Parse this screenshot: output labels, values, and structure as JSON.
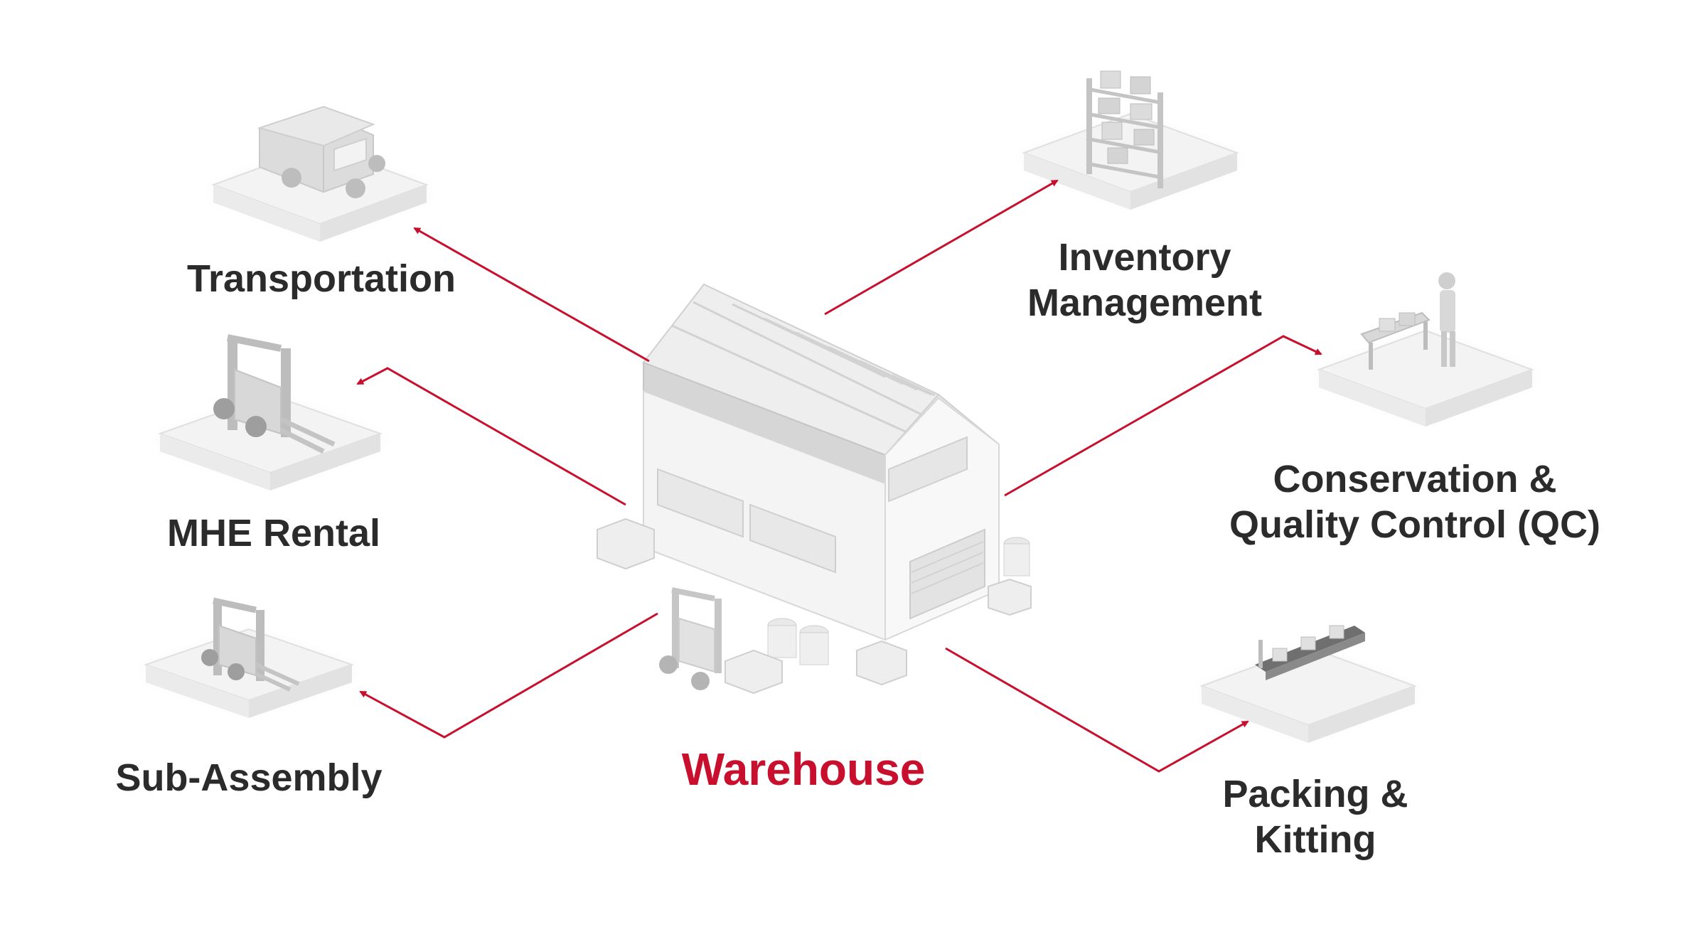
{
  "center": {
    "title": "Warehouse"
  },
  "nodes": {
    "transportation": {
      "lines": [
        "Transportation"
      ],
      "icon": "delivery-van-icon"
    },
    "mhe_rental": {
      "lines": [
        "MHE Rental"
      ],
      "icon": "forklift-icon"
    },
    "sub_assembly": {
      "lines": [
        "Sub-Assembly"
      ],
      "icon": "forklift-icon"
    },
    "inventory_management": {
      "lines": [
        "Inventory",
        "Management"
      ],
      "icon": "storage-rack-icon"
    },
    "conservation_qc": {
      "lines": [
        "Conservation &",
        "Quality Control (QC)"
      ],
      "icon": "qc-workstation-icon"
    },
    "packing_kitting": {
      "lines": [
        "Packing &",
        "Kitting"
      ],
      "icon": "conveyor-belt-icon"
    }
  },
  "colors": {
    "accent": "#c8102e",
    "text": "#2b2b2b",
    "illustration": "#e6e6e6"
  }
}
